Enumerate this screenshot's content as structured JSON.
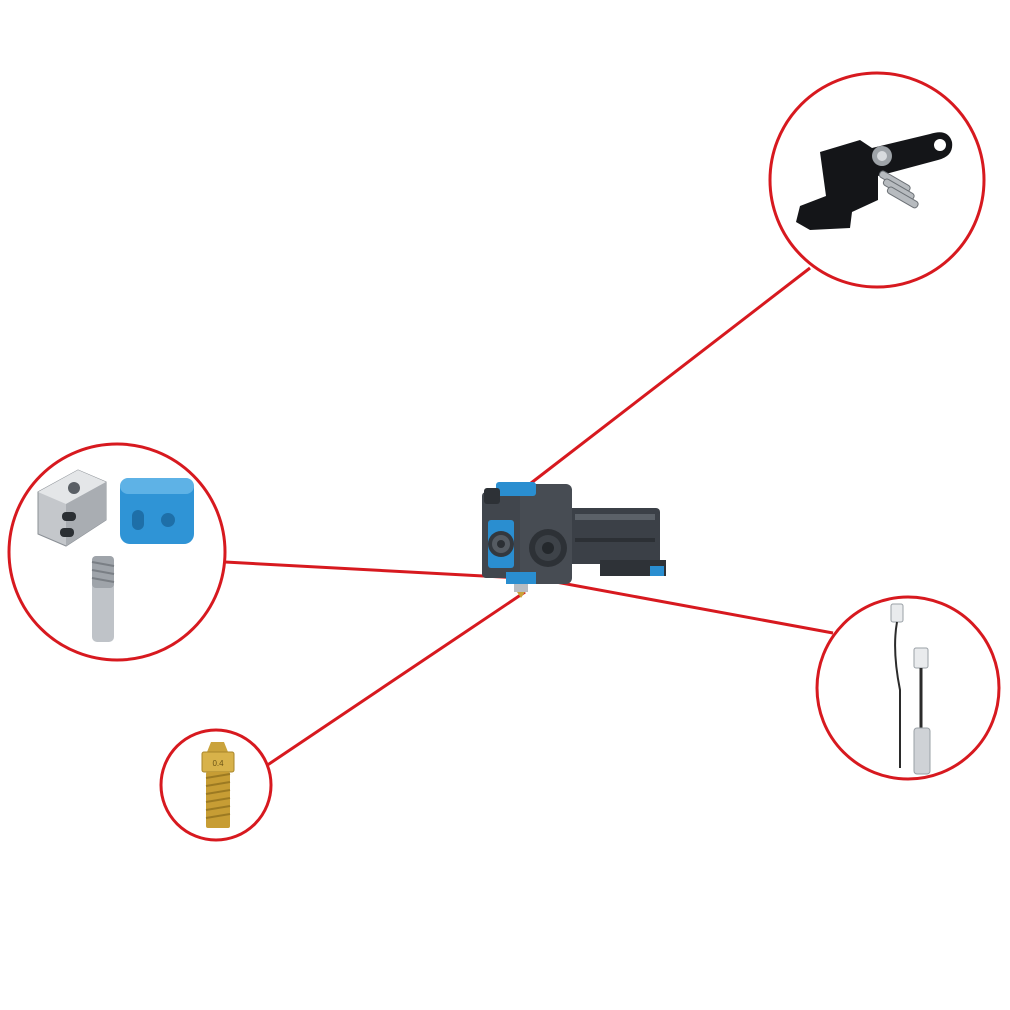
{
  "colors": {
    "callout_red": "#d7191f",
    "background": "#ffffff",
    "extruder_blue": "#2a8ed0",
    "extruder_dark": "#3a3f45",
    "brass": "#c9a23a",
    "silicone_blue": "#2f94d6",
    "aluminium": "#c9ccd0"
  },
  "nozzle": {
    "size_marking": "0.4"
  },
  "callouts": [
    {
      "part": "extruder-lever-arm",
      "icon": "lever-arm-icon"
    },
    {
      "part": "heater-block-silicone-sock-throat",
      "icon": "heater-block-icon"
    },
    {
      "part": "thermistor-heater-cartridge",
      "icon": "thermistor-icon"
    },
    {
      "part": "brass-nozzle",
      "icon": "nozzle-icon"
    }
  ]
}
